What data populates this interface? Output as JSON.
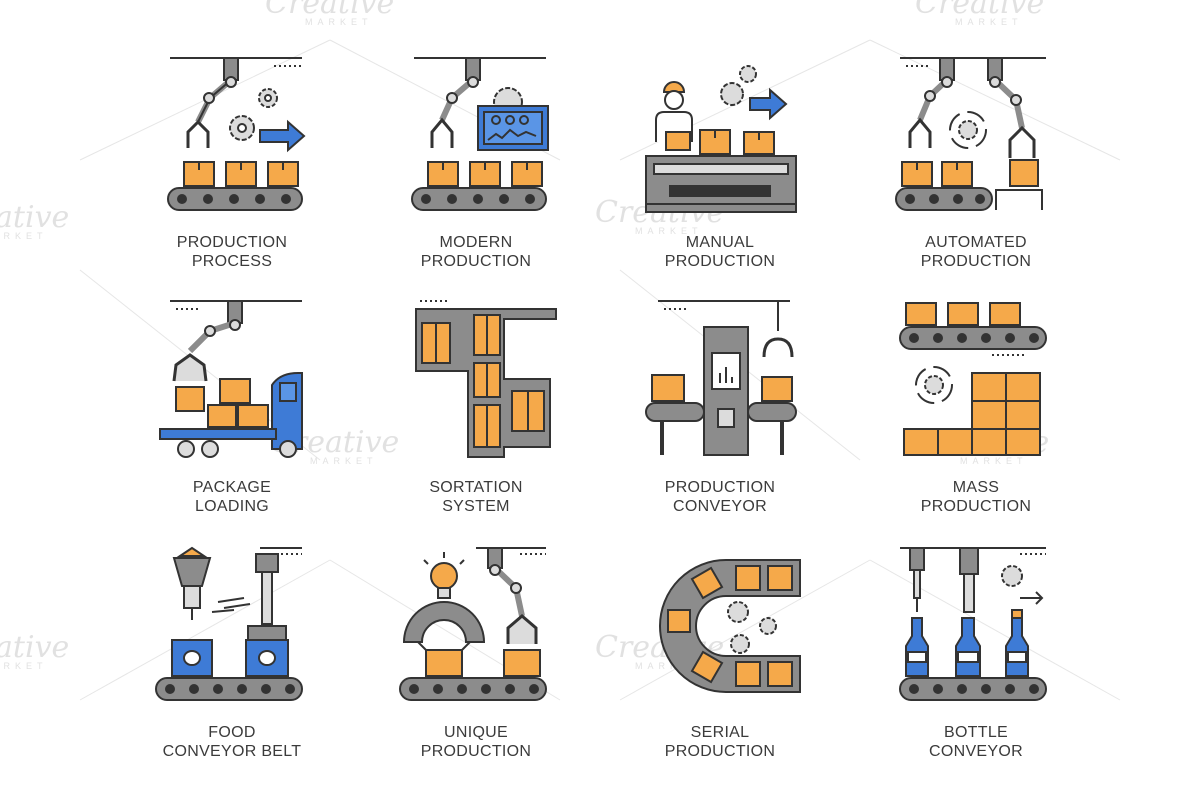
{
  "watermark": {
    "brand": "Creative",
    "sub": "MARKET"
  },
  "palette": {
    "stroke": "#333333",
    "box": "#f5a94a",
    "blue": "#3e7bd6",
    "gray": "#8c8c8c",
    "light": "#dcdcdc"
  },
  "icons": [
    {
      "name": "production-process",
      "label": [
        "PRODUCTION",
        "PROCESS"
      ]
    },
    {
      "name": "modern-production",
      "label": [
        "MODERN",
        "PRODUCTION"
      ]
    },
    {
      "name": "manual-production",
      "label": [
        "MANUAL",
        "PRODUCTION"
      ]
    },
    {
      "name": "automated-production",
      "label": [
        "AUTOMATED",
        "PRODUCTION"
      ]
    },
    {
      "name": "package-loading",
      "label": [
        "PACKAGE",
        "LOADING"
      ]
    },
    {
      "name": "sortation-system",
      "label": [
        "SORTATION",
        "SYSTEM"
      ]
    },
    {
      "name": "production-conveyor",
      "label": [
        "PRODUCTION",
        "CONVEYOR"
      ]
    },
    {
      "name": "mass-production",
      "label": [
        "MASS",
        "PRODUCTION"
      ]
    },
    {
      "name": "food-conveyor-belt",
      "label": [
        "FOOD",
        "CONVEYOR BELT"
      ]
    },
    {
      "name": "unique-production",
      "label": [
        "UNIQUE",
        "PRODUCTION"
      ]
    },
    {
      "name": "serial-production",
      "label": [
        "SERIAL",
        "PRODUCTION"
      ]
    },
    {
      "name": "bottle-conveyor",
      "label": [
        "BOTTLE",
        "CONVEYOR"
      ]
    }
  ]
}
